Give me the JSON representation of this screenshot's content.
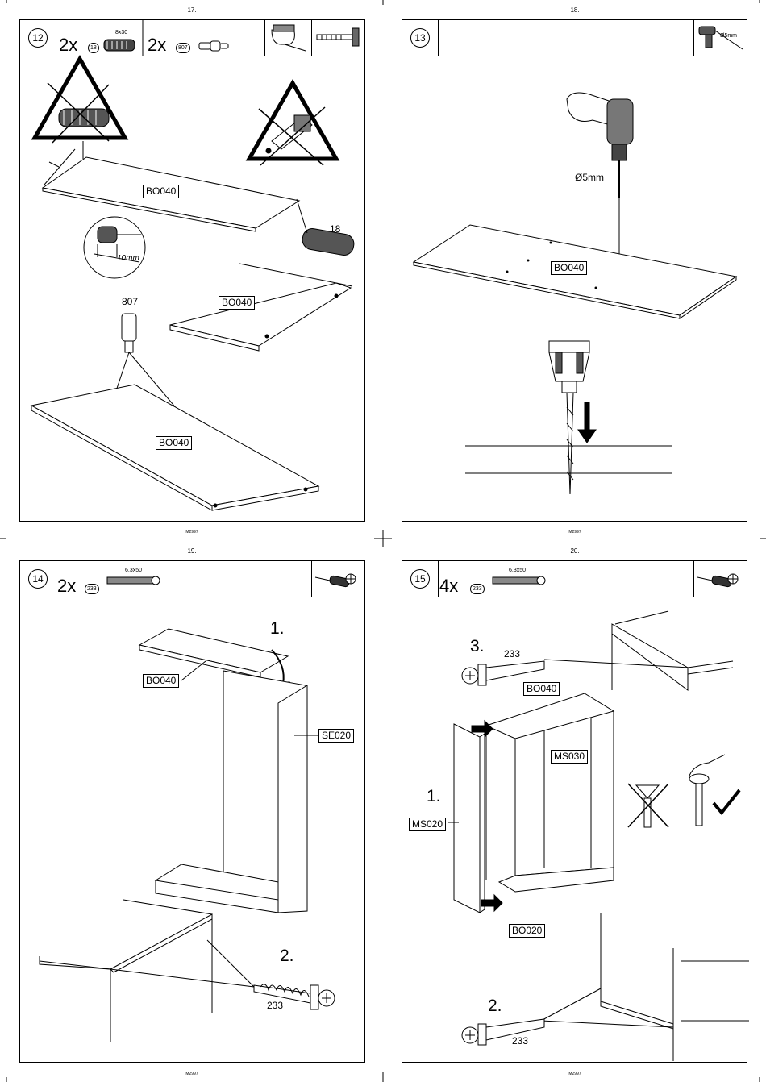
{
  "pages": [
    {
      "page_number": "17.",
      "footer": "M2997",
      "step": "12",
      "parts": [
        {
          "qty": "2x",
          "id": "18",
          "size": "8x30"
        },
        {
          "qty": "2x",
          "id": "807",
          "size": ""
        }
      ],
      "labels": {
        "board_a": "BO040",
        "board_b": "BO040",
        "board_c": "BO040",
        "dowel": "18",
        "peg": "807",
        "depth": "10mm"
      }
    },
    {
      "page_number": "18.",
      "footer": "M2997",
      "step": "13",
      "tool_note": "Ø5mm",
      "labels": {
        "drill": "Ø5mm",
        "board": "BO040"
      }
    },
    {
      "page_number": "19.",
      "footer": "M2997",
      "step": "14",
      "parts": [
        {
          "qty": "2x",
          "id": "233",
          "size": "6,3x50"
        }
      ],
      "labels": {
        "top": "BO040",
        "side": "SE020",
        "screw": "233",
        "step1": "1.",
        "step2": "2."
      }
    },
    {
      "page_number": "20.",
      "footer": "M2997",
      "step": "15",
      "parts": [
        {
          "qty": "4x",
          "id": "233",
          "size": "6,3x50"
        }
      ],
      "labels": {
        "top": "BO040",
        "middle": "MS030",
        "left": "MS020",
        "bottom": "BO020",
        "screw_a": "233",
        "screw_b": "233",
        "step1": "1.",
        "step2": "2.",
        "step3": "3."
      }
    }
  ]
}
